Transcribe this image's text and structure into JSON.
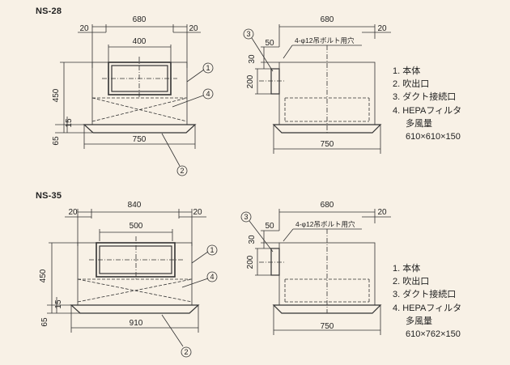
{
  "sections": [
    {
      "model": "NS-28",
      "front": {
        "total_width": "680",
        "left_margin": "20",
        "right_margin": "20",
        "outlet_width": "400",
        "height": "450",
        "base_height": "15",
        "foot_height": "65",
        "base_width": "750"
      },
      "side": {
        "total_width": "680",
        "right_margin": "20",
        "offset_a": "50",
        "offset_b": "30",
        "duct_height": "200",
        "base_width": "750",
        "bolt_note": "4-φ12吊ボルト用穴"
      },
      "legend": [
        "1. 本体",
        "2. 吹出口",
        "3. ダクト接続口",
        "4. HEPAフィルタ",
        "多風量",
        "610×610×150"
      ]
    },
    {
      "model": "NS-35",
      "front": {
        "total_width": "840",
        "left_margin": "20",
        "right_margin": "20",
        "outlet_width": "500",
        "height": "450",
        "base_height": "15",
        "foot_height": "65",
        "base_width": "910"
      },
      "side": {
        "total_width": "680",
        "right_margin": "20",
        "offset_a": "50",
        "offset_b": "30",
        "duct_height": "200",
        "base_width": "750",
        "bolt_note": "4-φ12吊ボルト用穴"
      },
      "legend": [
        "1. 本体",
        "2. 吹出口",
        "3. ダクト接続口",
        "4. HEPAフィルタ",
        "多風量",
        "610×762×150"
      ]
    }
  ],
  "callouts": [
    "1",
    "2",
    "3",
    "4"
  ],
  "colors": {
    "background": "#f8f1e6",
    "line": "#333333"
  }
}
